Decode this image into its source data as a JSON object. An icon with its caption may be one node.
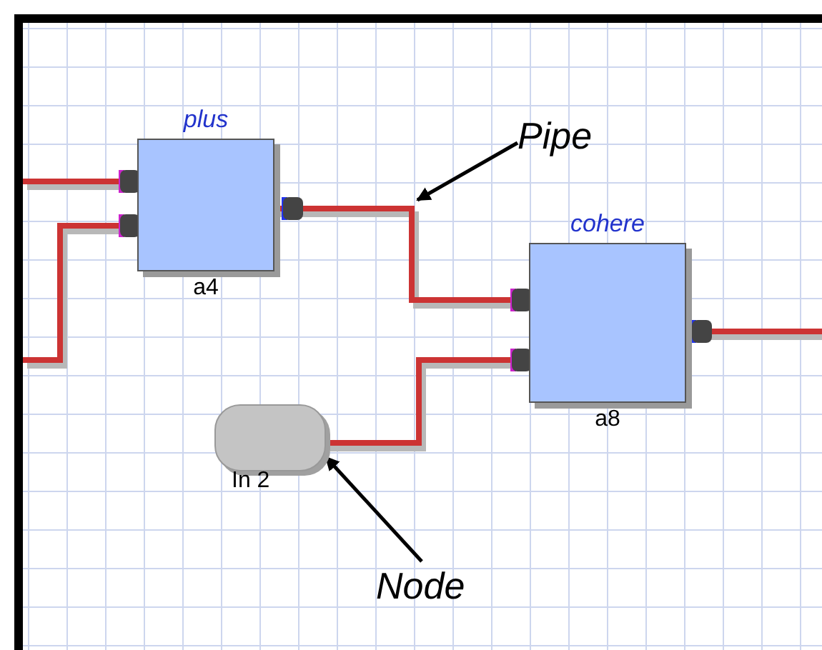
{
  "diagram": {
    "nodes": [
      {
        "text": [
          "plus",
          "a4"
        ]
      },
      {
        "text": [
          "cohere",
          "a8"
        ]
      },
      {
        "text": [
          "In 2"
        ]
      },
      {
        "text": [
          "Pipe"
        ]
      },
      {
        "text": [
          "Node"
        ]
      }
    ],
    "edges": [
      {
        "from": null,
        "to": 0,
        "arrow": "none"
      },
      {
        "from": null,
        "to": 0,
        "arrow": "none"
      },
      {
        "from": 0,
        "to": 1,
        "arrow": "none"
      },
      {
        "from": 2,
        "to": 1,
        "arrow": "none"
      },
      {
        "from": 1,
        "to": null,
        "arrow": "none"
      },
      {
        "from": 3,
        "to": null,
        "arrow": "to",
        "color": "#000000"
      },
      {
        "from": 4,
        "to": 2,
        "arrow": "to",
        "color": "#000000"
      }
    ]
  }
}
